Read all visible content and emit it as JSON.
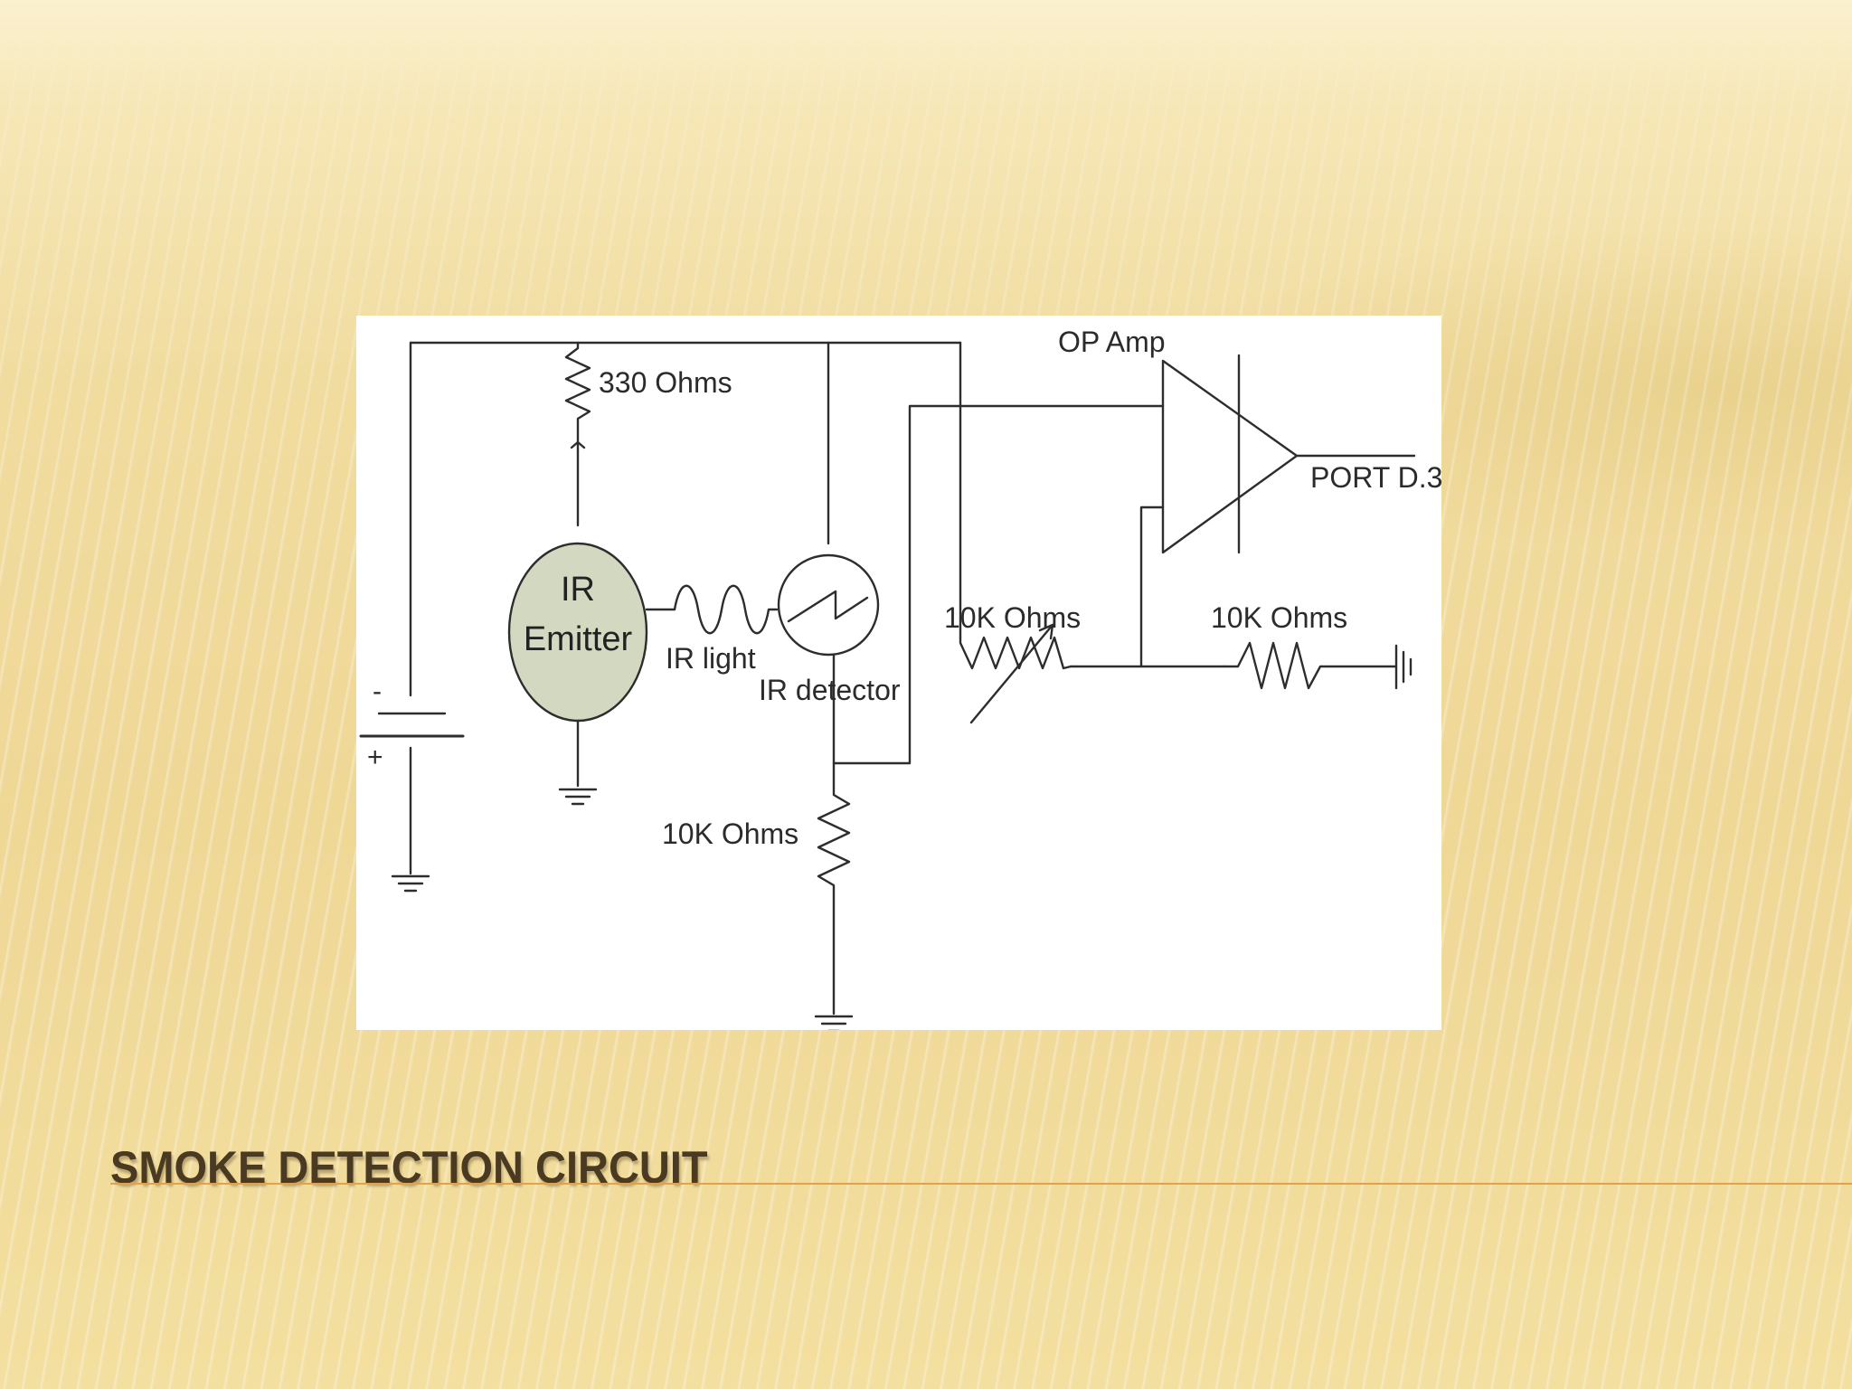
{
  "slide": {
    "title": "SMOKE DETECTION CIRCUIT"
  },
  "diagram": {
    "labels": {
      "resistor_top": "330 Ohms",
      "emitter_line1": "IR",
      "emitter_line2": "Emitter",
      "ir_light": "IR light",
      "ir_detector": "IR detector",
      "resistor_bottom": "10K Ohms",
      "potentiometer": "10K Ohms",
      "resistor_right": "10K Ohms",
      "op_amp": "OP Amp",
      "output": "PORT D.3",
      "battery_minus": "-",
      "battery_plus": "+"
    },
    "colors": {
      "emitter_fill": "#d3d9c0",
      "wire": "#2d2d2d"
    }
  },
  "theme": {
    "title_color": "#4a3a22",
    "rule_color": "#e3a24a"
  }
}
